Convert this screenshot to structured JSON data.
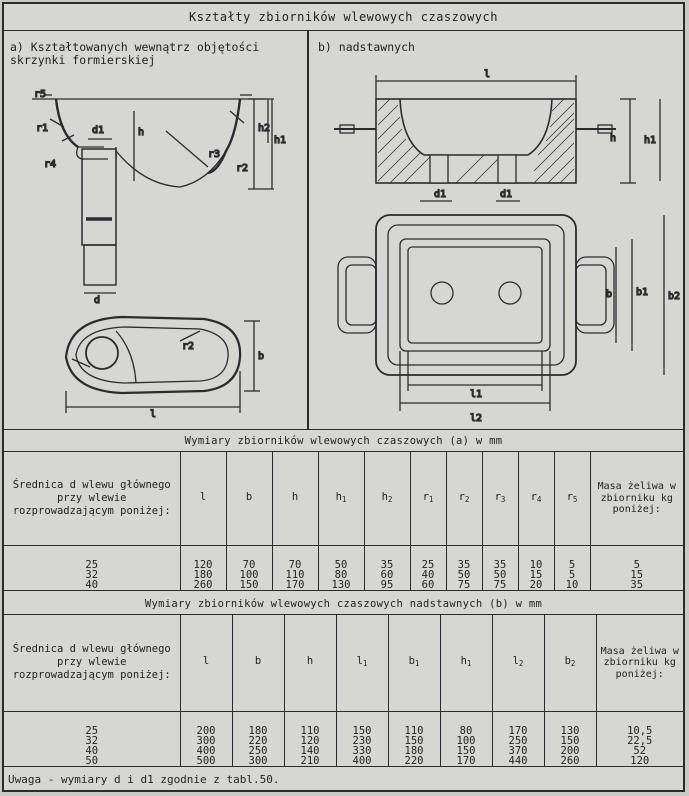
{
  "title": "Kształty zbiorników wlewowych czaszowych",
  "drawing_a": {
    "caption": "a) Kształtowanych wewnątrz objętości skrzynki formierskiej",
    "labels": {
      "r5": "r5",
      "r1": "r1",
      "r4": "r4",
      "d1": "d1",
      "h": "h",
      "h2": "h2",
      "r3": "r3",
      "r2": "r2",
      "h1": "h1",
      "d": "d",
      "r2b": "r2",
      "b": "b",
      "l": "l"
    }
  },
  "drawing_b": {
    "caption": "b) nadstawnych",
    "labels": {
      "l": "l",
      "h": "h",
      "h1": "h1",
      "d1a": "d1",
      "d1b": "d1",
      "b": "b",
      "b1": "b1",
      "b2": "b2",
      "l1": "l1",
      "l2": "l2"
    }
  },
  "table_a": {
    "title": "Wymiary zbiorników wlewowych czaszowych (a) w mm",
    "first_header": "Średnica d wlewu głównego przy wlewie rozprowadzającym poniżej:",
    "headers": [
      "l",
      "b",
      "h",
      "h",
      "h",
      "r",
      "r",
      "r",
      "r",
      "r"
    ],
    "header_subs": [
      "",
      "",
      "",
      "1",
      "2",
      "1",
      "2",
      "3",
      "4",
      "5"
    ],
    "mass_header": "Masa żeliwa w zbiorniku kg poniżej:",
    "rows": [
      [
        "25",
        "120",
        "70",
        "70",
        "50",
        "35",
        "25",
        "35",
        "35",
        "10",
        "5",
        "5"
      ],
      [
        "32",
        "180",
        "100",
        "110",
        "80",
        "60",
        "40",
        "50",
        "50",
        "15",
        "5",
        "15"
      ],
      [
        "40",
        "260",
        "150",
        "170",
        "130",
        "95",
        "60",
        "75",
        "75",
        "20",
        "10",
        "35"
      ]
    ]
  },
  "table_b": {
    "title": "Wymiary zbiorników wlewowych czaszowych nadstawnych (b) w mm",
    "first_header": "Średnica d wlewu głównego przy wlewie rozprowadzającym poniżej:",
    "headers": [
      "l",
      "b",
      "h",
      "l",
      "b",
      "h",
      "l",
      "b"
    ],
    "header_subs": [
      "",
      "",
      "",
      "1",
      "1",
      "1",
      "2",
      "2"
    ],
    "mass_header": "Masa żeliwa w zbiorniku kg poniżej:",
    "rows": [
      [
        "25",
        "200",
        "180",
        "110",
        "150",
        "110",
        "80",
        "170",
        "130",
        "10,5"
      ],
      [
        "32",
        "300",
        "220",
        "120",
        "230",
        "150",
        "100",
        "250",
        "150",
        "22,5"
      ],
      [
        "40",
        "400",
        "250",
        "140",
        "330",
        "180",
        "150",
        "370",
        "200",
        "52"
      ],
      [
        "50",
        "500",
        "300",
        "210",
        "400",
        "220",
        "170",
        "440",
        "260",
        "120"
      ]
    ]
  },
  "note": "Uwaga - wymiary d i d1 zgodnie z tabl.50."
}
